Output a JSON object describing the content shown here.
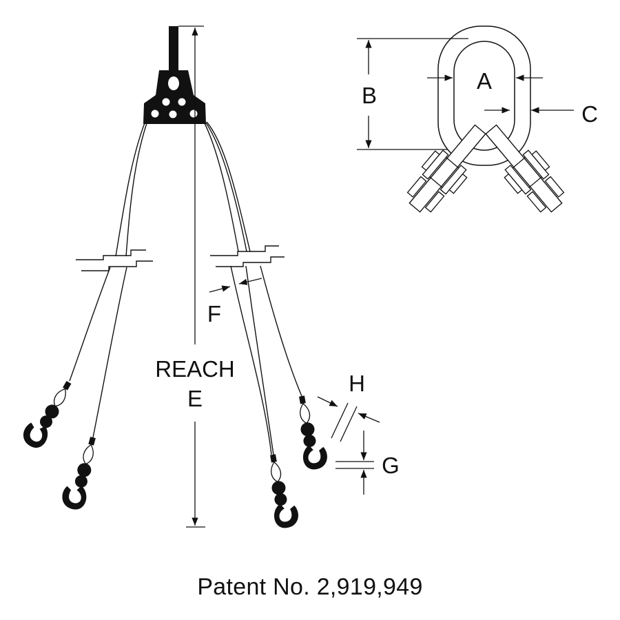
{
  "labels": {
    "A": "A",
    "B": "B",
    "C": "C",
    "reach_title": "REACH",
    "reach_letter": "E",
    "F": "F",
    "G": "G",
    "H": "H"
  },
  "caption": "Patent No. 2,919,949",
  "colors": {
    "line": "#111111",
    "fill": "#111111",
    "background": "#ffffff"
  }
}
